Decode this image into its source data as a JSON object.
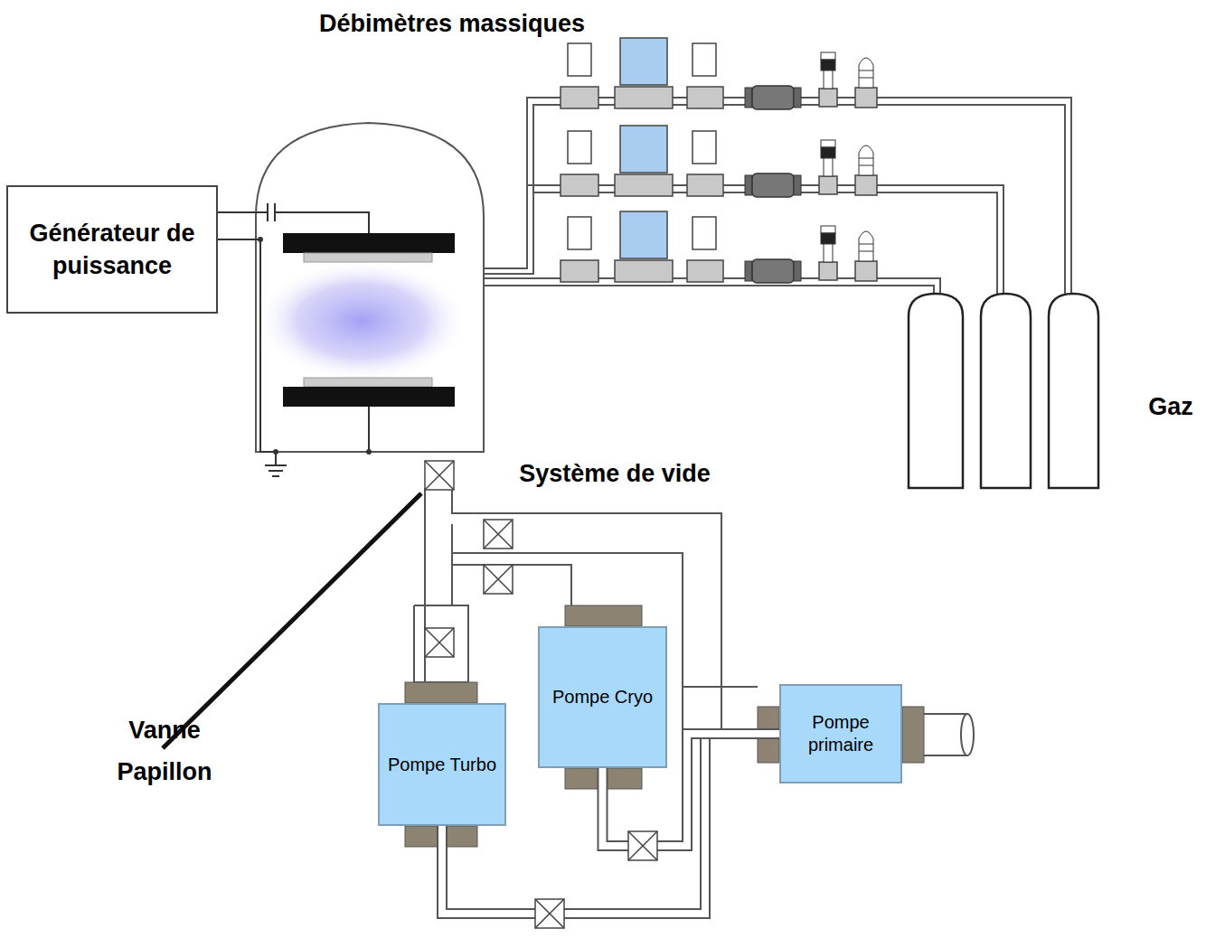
{
  "diagram": {
    "nodes": [
      {
        "text": [
          "Générateur de puissance"
        ]
      },
      {
        "text": [
          "Pompe Cryo"
        ]
      },
      {
        "text": [
          "Pompe Turbo"
        ]
      },
      {
        "text": [
          "Pompe primaire"
        ]
      }
    ],
    "edges": [
      {
        "from": 2,
        "to": 3,
        "arrow": "none"
      },
      {
        "from": 1,
        "to": 3,
        "arrow": "none"
      }
    ],
    "labels": [
      "Débimètres massiques",
      "Gaz",
      "Système de vide",
      "Vanne Papillon"
    ]
  }
}
